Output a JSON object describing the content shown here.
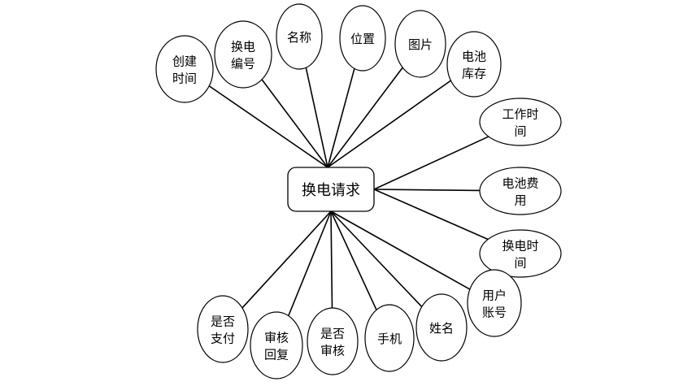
{
  "entity": {
    "id": "entity",
    "lines": [
      "换电请求"
    ]
  },
  "attributes": [
    {
      "id": "attr-created-time",
      "lines": [
        "创建",
        "时间"
      ]
    },
    {
      "id": "attr-swap-number",
      "lines": [
        "换电",
        "编号"
      ]
    },
    {
      "id": "attr-name",
      "lines": [
        "名称"
      ]
    },
    {
      "id": "attr-location",
      "lines": [
        "位置"
      ]
    },
    {
      "id": "attr-image",
      "lines": [
        "图片"
      ]
    },
    {
      "id": "attr-battery-stock",
      "lines": [
        "电池",
        "库存"
      ]
    },
    {
      "id": "attr-work-time",
      "lines": [
        "工作时",
        "间"
      ]
    },
    {
      "id": "attr-battery-fee",
      "lines": [
        "电池费",
        "用"
      ]
    },
    {
      "id": "attr-swap-time",
      "lines": [
        "换电时",
        "间"
      ]
    },
    {
      "id": "attr-user-account",
      "lines": [
        "用户",
        "账号"
      ]
    },
    {
      "id": "attr-full-name",
      "lines": [
        "姓名"
      ]
    },
    {
      "id": "attr-phone",
      "lines": [
        "手机"
      ]
    },
    {
      "id": "attr-is-reviewed",
      "lines": [
        "是否",
        "审核"
      ]
    },
    {
      "id": "attr-review-reply",
      "lines": [
        "审核",
        "回复"
      ]
    },
    {
      "id": "attr-is-paid",
      "lines": [
        "是否",
        "支付"
      ]
    }
  ]
}
